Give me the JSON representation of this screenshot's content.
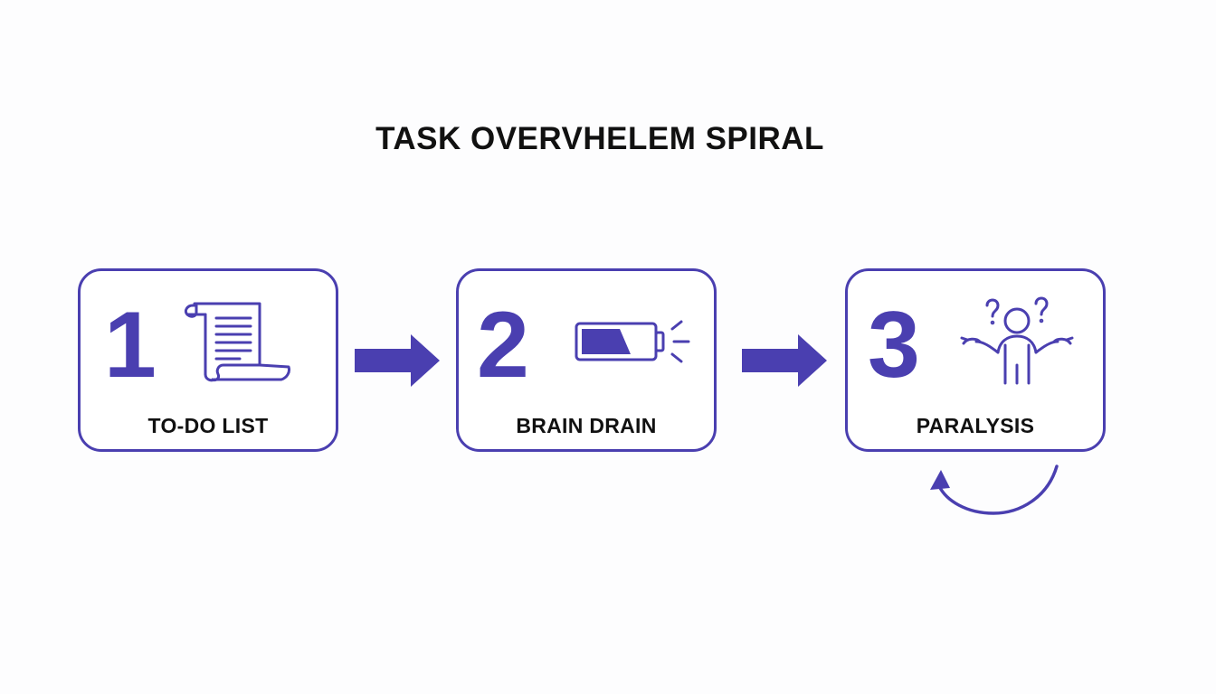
{
  "title": "TASK OVERVHELEM SPIRAL",
  "colors": {
    "accent": "#4a3fb0",
    "text": "#111111",
    "background": "#fdfdfe"
  },
  "steps": [
    {
      "number": "1",
      "label": "TO-DO LIST",
      "icon": "scroll-list-icon"
    },
    {
      "number": "2",
      "label": "BRAIN DRAIN",
      "icon": "low-battery-icon"
    },
    {
      "number": "3",
      "label": "PARALYSIS",
      "icon": "confused-person-icon"
    }
  ],
  "connectors": [
    "right-arrow-icon",
    "right-arrow-icon",
    "loop-back-arrow-icon"
  ]
}
